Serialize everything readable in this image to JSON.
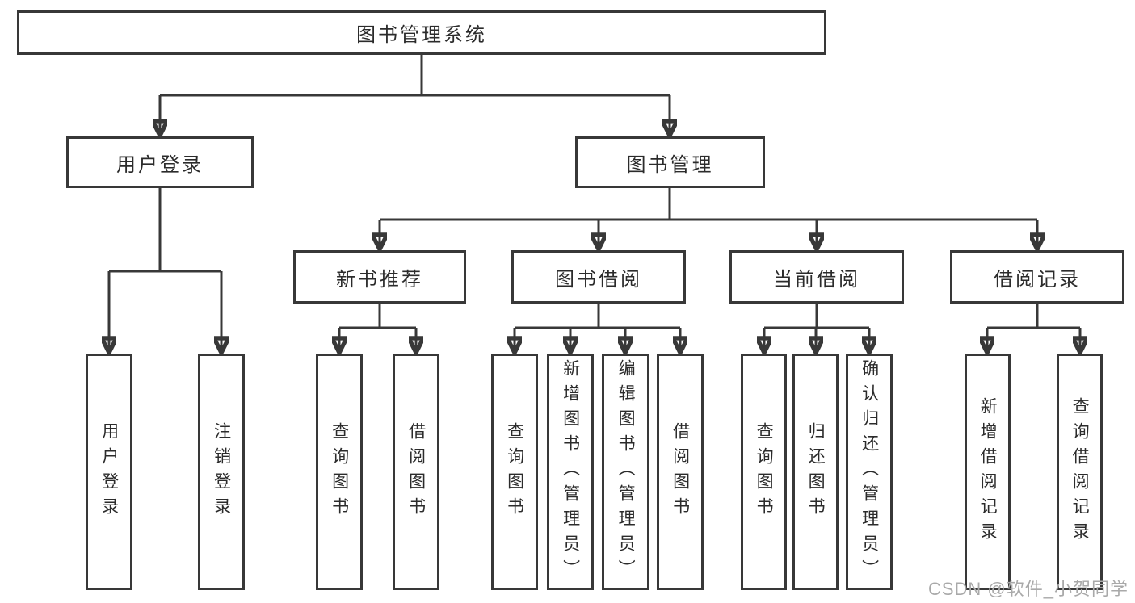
{
  "diagram": {
    "tree": {
      "label": "图书管理系统",
      "children": [
        {
          "label": "用户登录",
          "children": [
            {
              "label": "用户登录"
            },
            {
              "label": "注销登录"
            }
          ]
        },
        {
          "label": "图书管理",
          "children": [
            {
              "label": "新书推荐",
              "children": [
                {
                  "label": "查询图书"
                },
                {
                  "label": "借阅图书"
                }
              ]
            },
            {
              "label": "图书借阅",
              "children": [
                {
                  "label": "查询图书"
                },
                {
                  "label": "新增图书（管理员）"
                },
                {
                  "label": "编辑图书（管理员）"
                },
                {
                  "label": "借阅图书"
                }
              ]
            },
            {
              "label": "当前借阅",
              "children": [
                {
                  "label": "查询图书"
                },
                {
                  "label": "归还图书"
                },
                {
                  "label": "确认归还（管理员）"
                }
              ]
            },
            {
              "label": "借阅记录",
              "children": [
                {
                  "label": "新增借阅记录"
                },
                {
                  "label": "查询借阅记录"
                }
              ]
            }
          ]
        }
      ]
    }
  },
  "watermark": {
    "text": "CSDN @软件_小贺同学"
  },
  "colors": {
    "line": "#383838",
    "text": "#2b2b2b",
    "background": "#ffffff",
    "watermark": "#a9a9a9"
  }
}
